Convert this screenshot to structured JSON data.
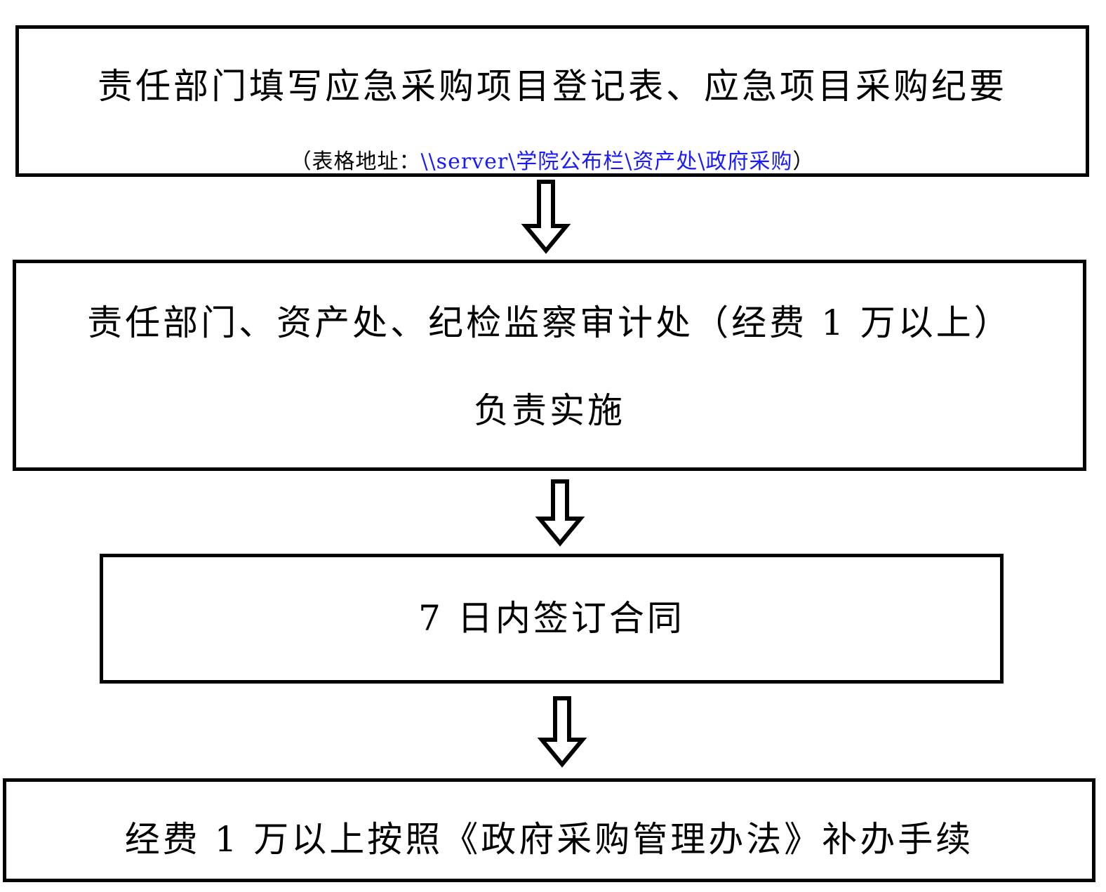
{
  "steps": [
    {
      "line1": "责任部门填写应急采购项目登记表、应急项目采购纪要",
      "note_prefix": "（表格地址：",
      "note_path": "\\\\server\\学院公布栏\\资产处\\政府采购",
      "note_suffix": "）"
    },
    {
      "line1": "责任部门、资产处、纪检监察审计处（经费 1 万以上）",
      "line2": "负责实施"
    },
    {
      "line1": "7 日内签订合同"
    },
    {
      "line1": "经费 1 万以上按照《政府采购管理办法》补办手续"
    }
  ],
  "colors": {
    "border": "#000000",
    "link": "#1a1aff"
  },
  "icons": [
    "down-arrow-icon",
    "down-arrow-icon",
    "down-arrow-icon"
  ]
}
